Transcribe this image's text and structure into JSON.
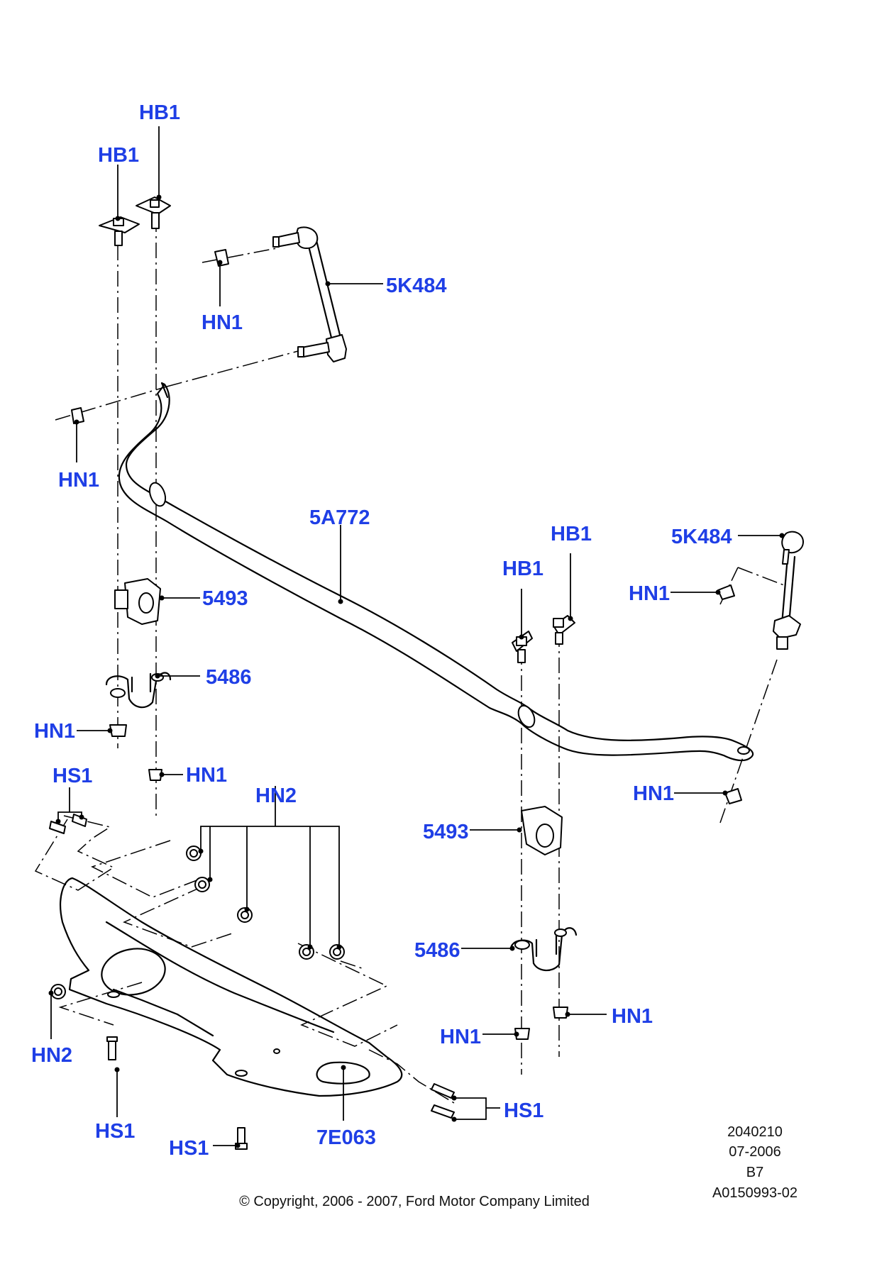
{
  "labels": {
    "hb1_top": "HB1",
    "hb1_left": "HB1",
    "k5484_upper": "5K484",
    "hn1_link_upper": "HN1",
    "hn1_bar_end_left": "HN1",
    "a5772": "5A772",
    "s5493_left": "5493",
    "s5486_left": "5486",
    "hn1_left_lower_1": "HN1",
    "hn1_left_lower_2": "HN1",
    "hs1_top_left": "HS1",
    "hn2_top": "HN2",
    "hb1_right_upper": "HB1",
    "hb1_right_lower": "HB1",
    "k5484_right": "5K484",
    "hn1_right_link": "HN1",
    "hn1_right_bar_end": "HN1",
    "s5493_right": "5493",
    "s5486_right": "5486",
    "hn1_right_lower_1": "HN1",
    "hn1_right_lower_2": "HN1",
    "hn2_left": "HN2",
    "hs1_left_bottom": "HS1",
    "hs1_center_bottom": "HS1",
    "e7063": "7E063",
    "hs1_right_bottom": "HS1"
  },
  "meta": {
    "code": "2040210",
    "date": "07-2006",
    "variant": "B7",
    "ref": "A0150993-02",
    "copyright": "© Copyright, 2006 - 2007, Ford Motor Company Limited"
  },
  "colors": {
    "callout": "#1f3fe6",
    "line": "#000000"
  }
}
